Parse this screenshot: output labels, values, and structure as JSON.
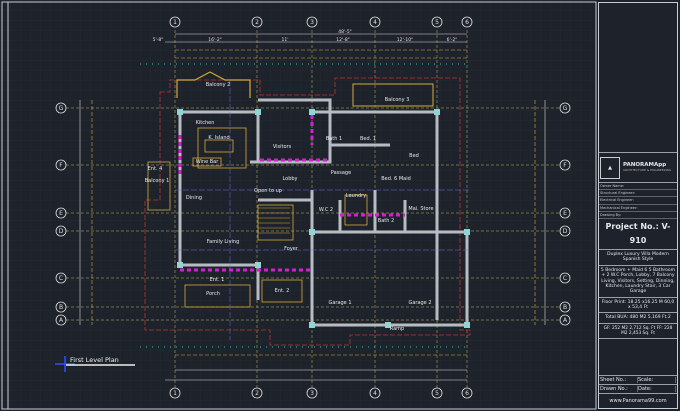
{
  "drawing": {
    "plan_title": "First Level Plan",
    "grid_columns": [
      "1",
      "2",
      "3",
      "4",
      "5",
      "6"
    ],
    "grid_rows": [
      "G",
      "F",
      "E",
      "D",
      "C",
      "B",
      "A"
    ],
    "dimensions_top": [
      "48'-5\"",
      "16'-2\"",
      "11'",
      "12'-8\"",
      "12'-10\"",
      "6'-2\"",
      "5'-8\""
    ],
    "rooms": {
      "balcony2": "Balcony 2",
      "balcony3": "Balcony 3",
      "balcony1": "Balcony 1",
      "kitchen": "Kitchen",
      "island": "K. Island",
      "wine_bar": "Wine Bar",
      "visitors": "Visitors",
      "lobby": "Lobby",
      "open_to_up": "Open to up",
      "bath1": "Bath 1",
      "bed1": "Bed. 1",
      "passage": "Passage",
      "bed_maid": "Bed. 6 Maid",
      "wc": "W.C 2",
      "laundry": "Laundry",
      "bath2": "Bath 2",
      "maid_store": "Mai. Store",
      "dining": "Dining",
      "ent4": "Ent. 4",
      "family_living": "Family Living",
      "foyer": "Foyer",
      "ent1": "Ent. 1",
      "ent2": "Ent. 2",
      "porch": "Porch",
      "garage1": "Garage 1",
      "garage2": "Garage 2",
      "ramp": "Ramp",
      "bed": "Bed"
    }
  },
  "title_block": {
    "brand": "PANORAMApp",
    "brand_sub": "ARCHITECTURE & ENGINEERING",
    "fields": [
      "Owner Name:",
      "Structural Engineer:",
      "Electrical Engineer:",
      "Mechanical Engineer:",
      "Drawing By:"
    ],
    "project_no": "Project No.: V-910",
    "project_name": "Duplex Luxury Villa Modern Spanish Style",
    "program": "5 Bedroom + Maid 6 5 Bathroom + 2 W.C Porch, Lobby, 7 Balcony Living, Visitors, Setting, Dinning, Kitchen, Laundry Stair, 3 Car Garage",
    "footprint": "Floor Print: 18.25 x16.25 M 60,0 x 53,4 Ft",
    "bua": "Total BUA: 480 M2 5,169 Ft.2",
    "areas": "GF: 252 M2 2,712 Sq. Ft  FF: 228 M2 2,453 Sq. Ft",
    "meta": [
      "Sheet No.:",
      "Scale:",
      "Drawn No.:",
      "Date:"
    ],
    "website": "www.Panorama99.com"
  }
}
